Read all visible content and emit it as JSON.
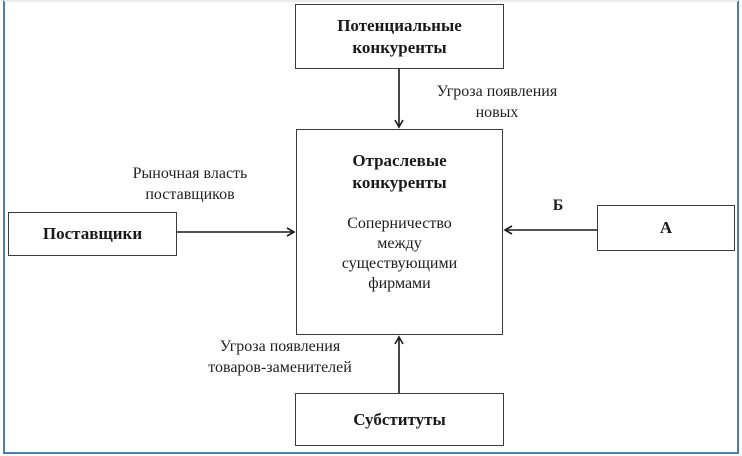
{
  "diagram": {
    "nodes": {
      "potential_competitors": {
        "title_line1": "Потенциальные",
        "title_line2": "конкуренты"
      },
      "industry_competitors": {
        "title_line1": "Отраслевые",
        "title_line2": "конкуренты",
        "desc_line1": "Соперничество",
        "desc_line2": "между",
        "desc_line3": "существующими",
        "desc_line4": "фирмами"
      },
      "suppliers": {
        "title": "Поставщики"
      },
      "a": {
        "title": "А"
      },
      "substitutes": {
        "title": "Субституты"
      }
    },
    "edges": {
      "new_entrants": {
        "line1": "Угроза появления",
        "line2": "новых"
      },
      "supplier_power": {
        "line1": "Рыночная власть",
        "line2": "поставщиков"
      },
      "b": {
        "label": "Б"
      },
      "substitutes_threat": {
        "line1": "Угроза появления",
        "line2": "товаров-заменителей"
      }
    }
  }
}
